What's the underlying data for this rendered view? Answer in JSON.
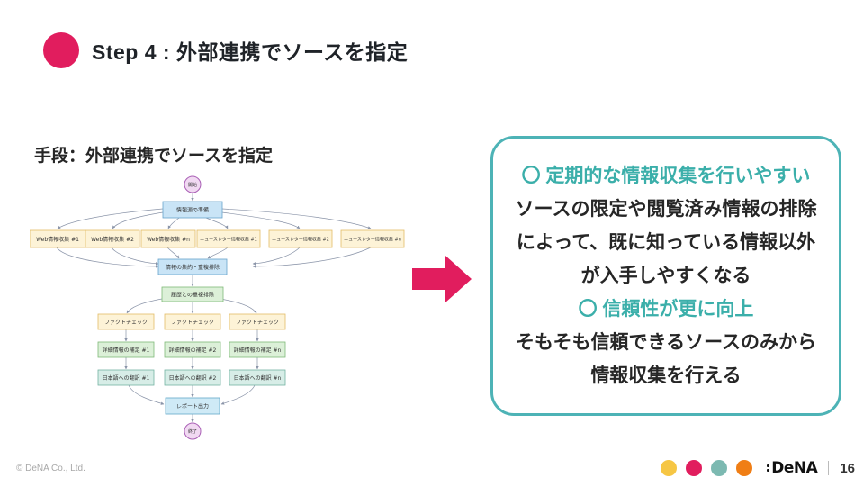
{
  "slide": {
    "title": "Step 4 : 外部連携でソースを指定",
    "caption": "手段：外部連携でソースを指定",
    "copyright": "© DeNA Co., Ltd.",
    "logo_text": "DeNA",
    "page_number": "16"
  },
  "flowchart": {
    "start": "開始",
    "prepare": "情報源の準備",
    "collect": [
      "Web情報収集 #1",
      "Web情報収集 #2",
      "Web情報収集 #n",
      "ニュースレター情報収集 #1",
      "ニュースレター情報収集 #2",
      "ニュースレター情報収集 #n"
    ],
    "aggregate": "情報の集約・重複排除",
    "history": "履歴との重複排除",
    "factcheck": [
      "ファクトチェック",
      "ファクトチェック",
      "ファクトチェック"
    ],
    "detail": [
      "詳細情報の補足 #1",
      "詳細情報の補足 #2",
      "詳細情報の補足 #n"
    ],
    "translate": [
      "日本語への翻訳 #1",
      "日本語への翻訳 #2",
      "日本語への翻訳 #n"
    ],
    "report": "レポート出力",
    "end": "終了"
  },
  "benefits": {
    "lines": [
      {
        "text": "〇 定期的な情報収集を行いやすい",
        "style": "accent"
      },
      {
        "text": "ソースの限定や閲覧済み情報の排除",
        "style": "normal"
      },
      {
        "text": "によって、既に知っている情報以外",
        "style": "normal"
      },
      {
        "text": "が入手しやすくなる",
        "style": "normal"
      },
      {
        "text": "〇 信頼性が更に向上",
        "style": "accent"
      },
      {
        "text": "そもそも信頼できるソースのみから",
        "style": "normal"
      },
      {
        "text": "情報収集を行える",
        "style": "normal"
      }
    ]
  },
  "colors": {
    "brand_pink": "#E11D5E",
    "accent_teal": "#3BAFAA",
    "benefit_border_teal": "#4DB3B6",
    "dot_yellow": "#F6C644",
    "dot_pink": "#E11D5E",
    "dot_teal": "#7CB9B1",
    "dot_orange": "#F07E15"
  }
}
